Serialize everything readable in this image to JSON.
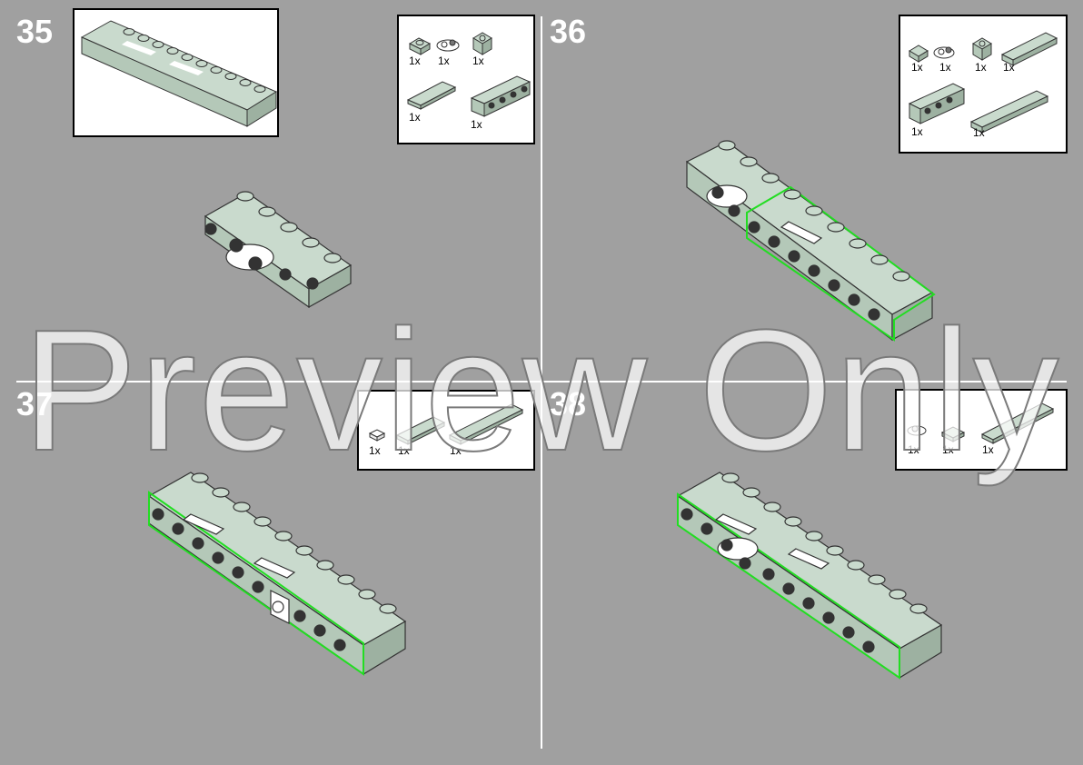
{
  "steps": [
    {
      "number": "35",
      "parts_qty": [
        "1x",
        "1x",
        "1x",
        "1x",
        "1x"
      ]
    },
    {
      "number": "36",
      "parts_qty": [
        "1x",
        "1x",
        "1x",
        "1x",
        "1x",
        "1x"
      ]
    },
    {
      "number": "37",
      "parts_qty": [
        "1x",
        "1x",
        "1x"
      ]
    },
    {
      "number": "38",
      "parts_qty": [
        "1x",
        "1x",
        "1x"
      ]
    }
  ],
  "watermark": "Preview Only",
  "colors": {
    "background": "#a0a0a0",
    "brick": "#b4c8b8",
    "brick_dark": "#8fa393",
    "highlight": "#22dd22"
  }
}
